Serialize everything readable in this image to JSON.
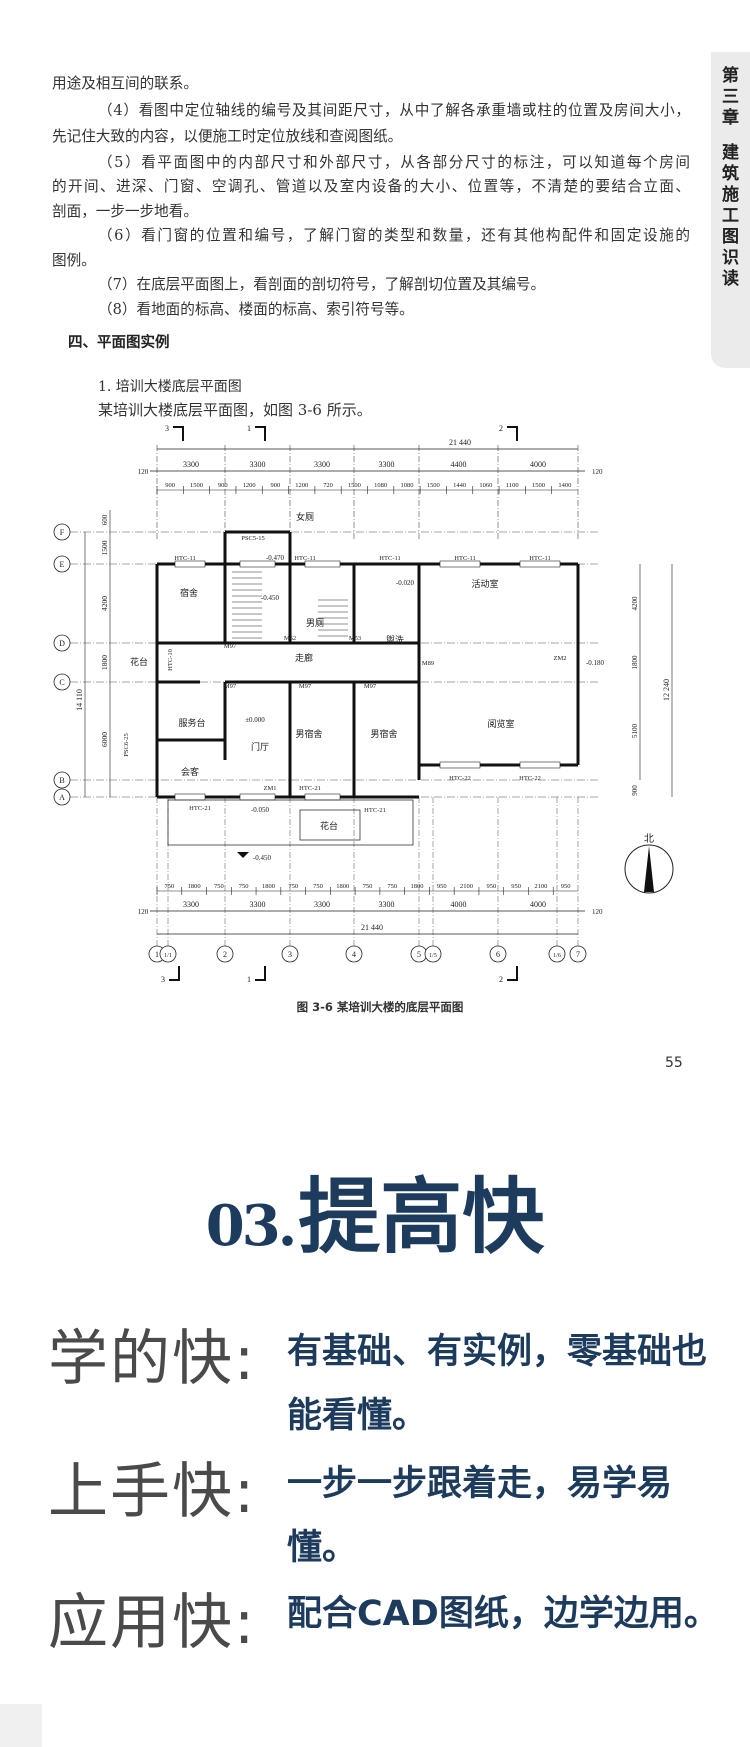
{
  "side_tab": {
    "chapter": "第三章",
    "title": "建筑施工图识读"
  },
  "body_lines": [
    "用途及相互间的联系。",
    "（4）看图中定位轴线的编号及其间距尺寸，从中了解各承重墙或柱的位置及房间大小，",
    "先记住大致的内容，以便施工时定位放线和查阅图纸。",
    "（5）看平面图中的内部尺寸和外部尺寸，从各部分尺寸的标注，可以知道每个房间",
    "的开间、进深、门窗、空调孔、管道以及室内设备的大小、位置等，不清楚的要结合立面、",
    "剖面，一步一步地看。",
    "（6）看门窗的位置和编号，了解门窗的类型和数量，还有其他构配件和固定设施的",
    "图例。",
    "（7）在底层平面图上，看剖面的剖切符号，了解剖切位置及其编号。",
    "（8）看地面的标高、楼面的标高、索引符号等。"
  ],
  "section_heading": "四、平面图实例",
  "example_title": "1. 培训大楼底层平面图",
  "example_intro": "某培训大楼底层平面图，如图 3-6 所示。",
  "plan": {
    "total_width": "21 440",
    "top_axis_dims": [
      "3300",
      "3300",
      "3300",
      "3300",
      "4400",
      "4000"
    ],
    "top_sub_dims": [
      "900",
      "1500",
      "900",
      "1200",
      "900",
      "1200",
      "720",
      "1500",
      "1080",
      "1080",
      "1500",
      "1440",
      "1060",
      "1100",
      "1500",
      "1400"
    ],
    "bottom_axis_dims": [
      "3300",
      "3300",
      "3300",
      "3300",
      "4000",
      "4000"
    ],
    "bottom_sub_dims": [
      "750",
      "1800",
      "750",
      "750",
      "1800",
      "750",
      "750",
      "1800",
      "750",
      "750",
      "1800",
      "950",
      "2100",
      "950",
      "950",
      "2100",
      "950"
    ],
    "edge_dim": "120",
    "left_dims": [
      "1500",
      "4200",
      "1800",
      "6000"
    ],
    "left_top_dim": "600",
    "left_total": "14 110",
    "right_dims": [
      "4200",
      "1800",
      "5100",
      "900"
    ],
    "right_total": "12 240",
    "bottom_axes": [
      "1",
      "1/1",
      "2",
      "3",
      "4",
      "5",
      "1/5",
      "6",
      "1/6",
      "7"
    ],
    "row_axes": [
      "F",
      "E",
      "D",
      "C",
      "B",
      "A"
    ],
    "section_marks": [
      "3",
      "1",
      "2"
    ],
    "rooms": [
      "宿舍",
      "男厕",
      "盥洗",
      "活动室",
      "走廊",
      "服务台",
      "门厅",
      "会客",
      "男宿舍",
      "男宿舍",
      "阅览室",
      "花台",
      "花台",
      "女厕"
    ],
    "codes": [
      "PSC5-15",
      "HTC-11",
      "HTC-11",
      "HTC-11",
      "HTC-11",
      "HTC-11",
      "M97",
      "M97",
      "M97",
      "M97",
      "M52",
      "M53",
      "M89",
      "ZM1",
      "ZM2",
      "HTC-21",
      "HTC-21",
      "HTC-21",
      "HTC-22",
      "HTC-22",
      "PSC6-25",
      "HTC-10"
    ],
    "elevations": [
      "±0.000",
      "-0.450",
      "-0.050",
      "-0.020",
      "-0.470",
      "-0.450",
      "-0.180"
    ],
    "north_label": "北"
  },
  "figure_caption": "图 3-6  某培训大楼的底层平面图",
  "page_number": "55",
  "promo": {
    "number": "03.",
    "title": "提高快",
    "features": [
      {
        "label": "学的快:",
        "text": "有基础、有实例，零基础也能看懂。"
      },
      {
        "label": "上手快:",
        "text": "一步一步跟着走，易学易懂。"
      },
      {
        "label": "应用快:",
        "text": "配合CAD图纸，边学边用。"
      }
    ],
    "accent_color": "#1d3b5c"
  }
}
